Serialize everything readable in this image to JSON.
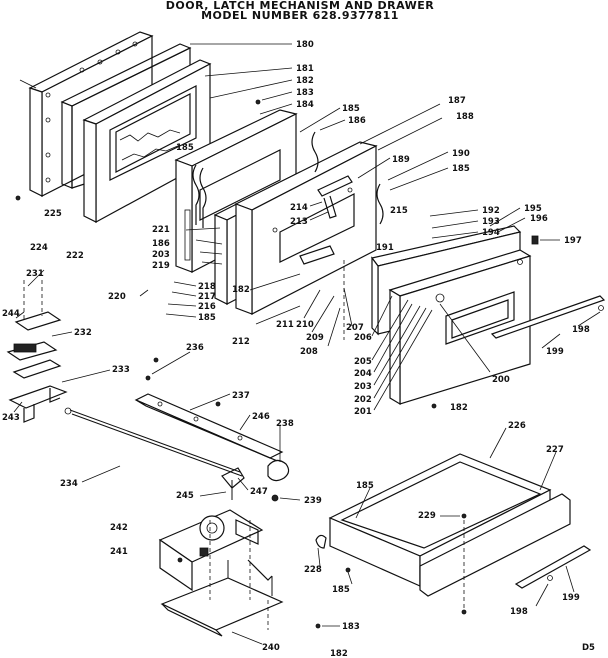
{
  "diagram": {
    "title_line1": "DOOR, LATCH MECHANISM AND DRAWER",
    "title_line2": "MODEL NUMBER 628.9377811",
    "page_code": "D5",
    "callouts": {
      "p180": "180",
      "p181": "181",
      "p182a": "182",
      "p183a": "183",
      "p184": "184",
      "p185a": "185",
      "p186a": "186",
      "p187": "187",
      "p188": "188",
      "p189": "189",
      "p190": "190",
      "p185b": "185",
      "p185c": "185",
      "p225": "225",
      "p224": "224",
      "p222": "222",
      "p221": "221",
      "p186b": "186",
      "p203a": "203",
      "p219": "219",
      "p182b": "182",
      "p214": "214",
      "p213": "213",
      "p215": "215",
      "p192": "192",
      "p193": "193",
      "p194": "194",
      "p191": "191",
      "p195": "195",
      "p196": "196",
      "p197": "197",
      "p231": "231",
      "p220": "220",
      "p218": "218",
      "p217": "217",
      "p216": "216",
      "p185d": "185",
      "p212": "212",
      "p211": "211",
      "p210": "210",
      "p209": "209",
      "p208": "208",
      "p207": "207",
      "p206": "206",
      "p205": "205",
      "p204": "204",
      "p203b": "203",
      "p202": "202",
      "p201": "201",
      "p200": "200",
      "p199a": "199",
      "p198a": "198",
      "p182c": "182",
      "p244": "244",
      "p232": "232",
      "p233": "233",
      "p243": "243",
      "p236": "236",
      "p237": "237",
      "p246": "246",
      "p238": "238",
      "p234": "234",
      "p247": "247",
      "p245": "245",
      "p239": "239",
      "p242": "242",
      "p241": "241",
      "p240": "240",
      "p183b": "183",
      "p182d": "182",
      "p226": "226",
      "p227": "227",
      "p185e": "185",
      "p229": "229",
      "p228": "228",
      "p185f": "185",
      "p198b": "198",
      "p199b": "199"
    }
  }
}
